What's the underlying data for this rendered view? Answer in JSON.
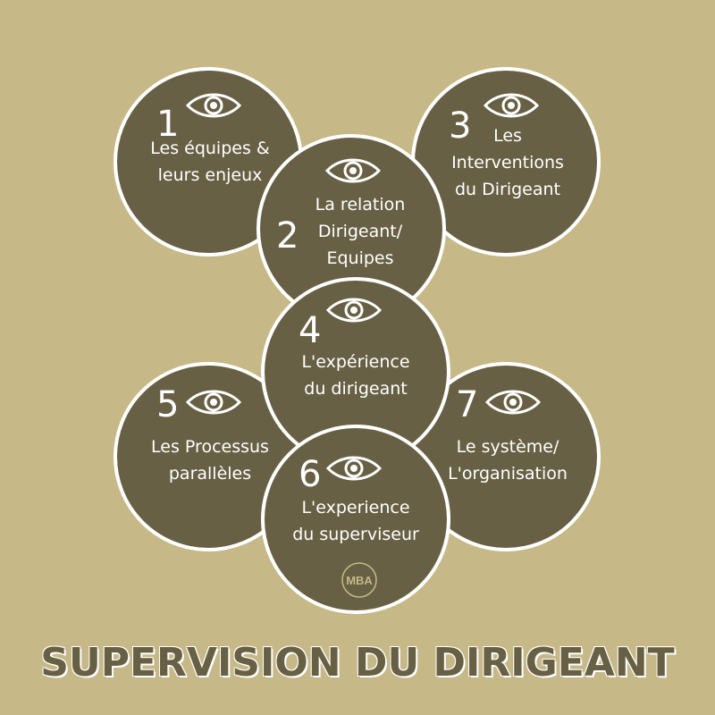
{
  "colors": {
    "background": "#c6b887",
    "circle_fill": "#686044",
    "circle_border": "#ffffff",
    "text": "#ffffff",
    "title": "#686044"
  },
  "title": "SUPERVISION DU DIRIGEANT",
  "nodes": [
    {
      "number": "1",
      "label": "Les équipes &\nleurs enjeux",
      "icon": "eye-icon"
    },
    {
      "number": "2",
      "label": "La relation\nDirigeant/\nEquipes",
      "icon": "eye-icon"
    },
    {
      "number": "3",
      "label": "Les\nInterventions\ndu Dirigeant",
      "icon": "eye-icon"
    },
    {
      "number": "4",
      "label": "L'expérience\ndu dirigeant",
      "icon": "eye-icon"
    },
    {
      "number": "5",
      "label": "Les Processus\nparallèles",
      "icon": "eye-icon"
    },
    {
      "number": "6",
      "label": "L'experience\ndu superviseur",
      "icon": "eye-icon"
    },
    {
      "number": "7",
      "label": "Le système/\nL'organisation",
      "icon": "eye-icon"
    }
  ],
  "logo_text": "MBA"
}
